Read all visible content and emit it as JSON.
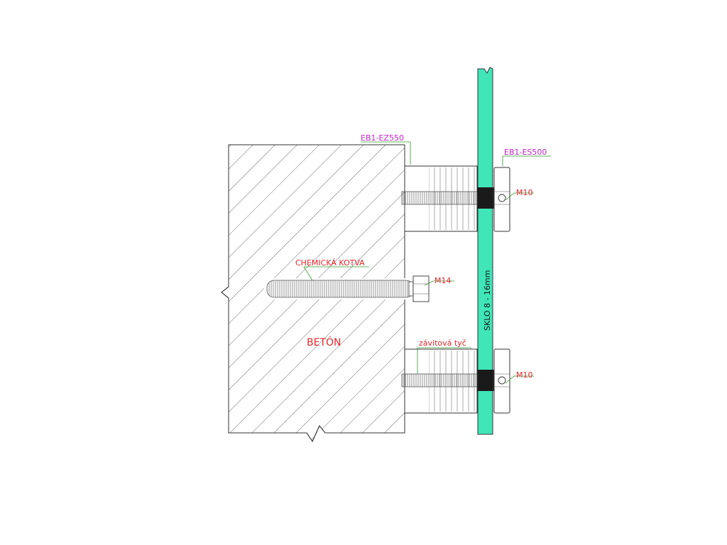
{
  "labels": {
    "standoff": "EB1-EZ550",
    "cap": "EB1-ES500",
    "anchor": "CHEMICKÁ KOTVA",
    "bolt_top": "M10",
    "bolt_main": "M14",
    "bolt_bottom": "M10",
    "rod": "závitová tyč",
    "concrete": "BETÓN",
    "glass": "SKLO  8 - 16mm"
  },
  "colors": {
    "glass": "#40e6b8",
    "label_red": "#e8262a",
    "label_magenta": "#cc22cc",
    "leader": "#2e9a2e",
    "outline": "#333333",
    "hatch": "#444444",
    "gasket": "#1a1a1a"
  }
}
